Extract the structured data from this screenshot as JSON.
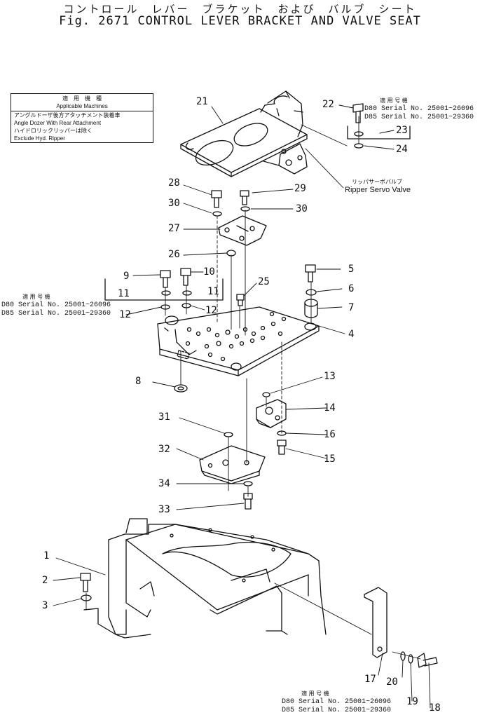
{
  "title_jp": "コントロール　レバー　ブラケット　および　バルブ　シート",
  "title_en": "Fig. 2671 CONTROL LEVER BRACKET AND VALVE SEAT",
  "applicable_box": {
    "header_jp": "適　用　機　種",
    "header_en": "Applicable Machines",
    "line1_jp": "アングルドーザ後方アタッチメント装着車",
    "line1_en": "Angle Dozer With Rear Attachment",
    "line2_jp": "ハイドロリックリッパーは除く",
    "line2_en": "Exclude Hyd. Ripper"
  },
  "serial_block": {
    "header_jp": "適 用 号 機",
    "d80": "D80 Serial No. 25001~26096",
    "d85": "D85 Serial No. 25001~29360"
  },
  "ripper_label": {
    "jp": "リッパサーボバルブ",
    "en": "Ripper Servo Valve"
  },
  "callouts": [
    "1",
    "2",
    "3",
    "4",
    "5",
    "6",
    "7",
    "8",
    "9",
    "10",
    "11",
    "12",
    "13",
    "14",
    "15",
    "16",
    "17",
    "18",
    "19",
    "20",
    "21",
    "22",
    "23",
    "24",
    "25",
    "26",
    "27",
    "28",
    "29",
    "30",
    "31",
    "32",
    "33",
    "34"
  ]
}
